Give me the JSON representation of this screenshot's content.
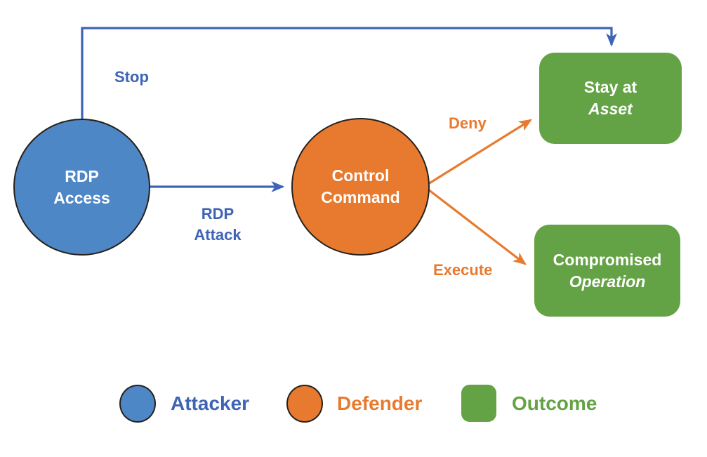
{
  "diagram": {
    "nodes": {
      "attacker": {
        "line1": "RDP",
        "line2": "Access",
        "fill": "#4e87c6"
      },
      "defender": {
        "line1": "Control",
        "line2": "Command",
        "fill": "#e87a2f"
      },
      "outcome_stay": {
        "line1": "Stay at",
        "line2": "Asset",
        "fill": "#63a245"
      },
      "outcome_compromised": {
        "line1": "Compromised",
        "line2": "Operation",
        "fill": "#63a245"
      }
    },
    "edges": {
      "stop": {
        "label": "Stop",
        "color": "#3e64b6",
        "from": "attacker",
        "to": "outcome_stay"
      },
      "rdp_attack": {
        "label_line1": "RDP",
        "label_line2": "Attack",
        "color": "#3e64b6",
        "from": "attacker",
        "to": "defender"
      },
      "deny": {
        "label": "Deny",
        "color": "#e87a2f",
        "from": "defender",
        "to": "outcome_stay"
      },
      "execute": {
        "label": "Execute",
        "color": "#e87a2f",
        "from": "defender",
        "to": "outcome_compromised"
      }
    },
    "colors": {
      "attacker_fill": "#4e87c6",
      "defender_fill": "#e87a2f",
      "outcome_fill": "#63a245",
      "edge_blue": "#3e64b6",
      "edge_orange": "#e87a2f",
      "node_border": "#26211d",
      "node_text": "#ffffff"
    }
  },
  "legend": {
    "items": [
      {
        "label": "Attacker",
        "color": "#4e87c6",
        "shape": "circle"
      },
      {
        "label": "Defender",
        "color": "#e87a2f",
        "shape": "circle"
      },
      {
        "label": "Outcome",
        "color": "#63a245",
        "shape": "rounded-square"
      }
    ]
  }
}
